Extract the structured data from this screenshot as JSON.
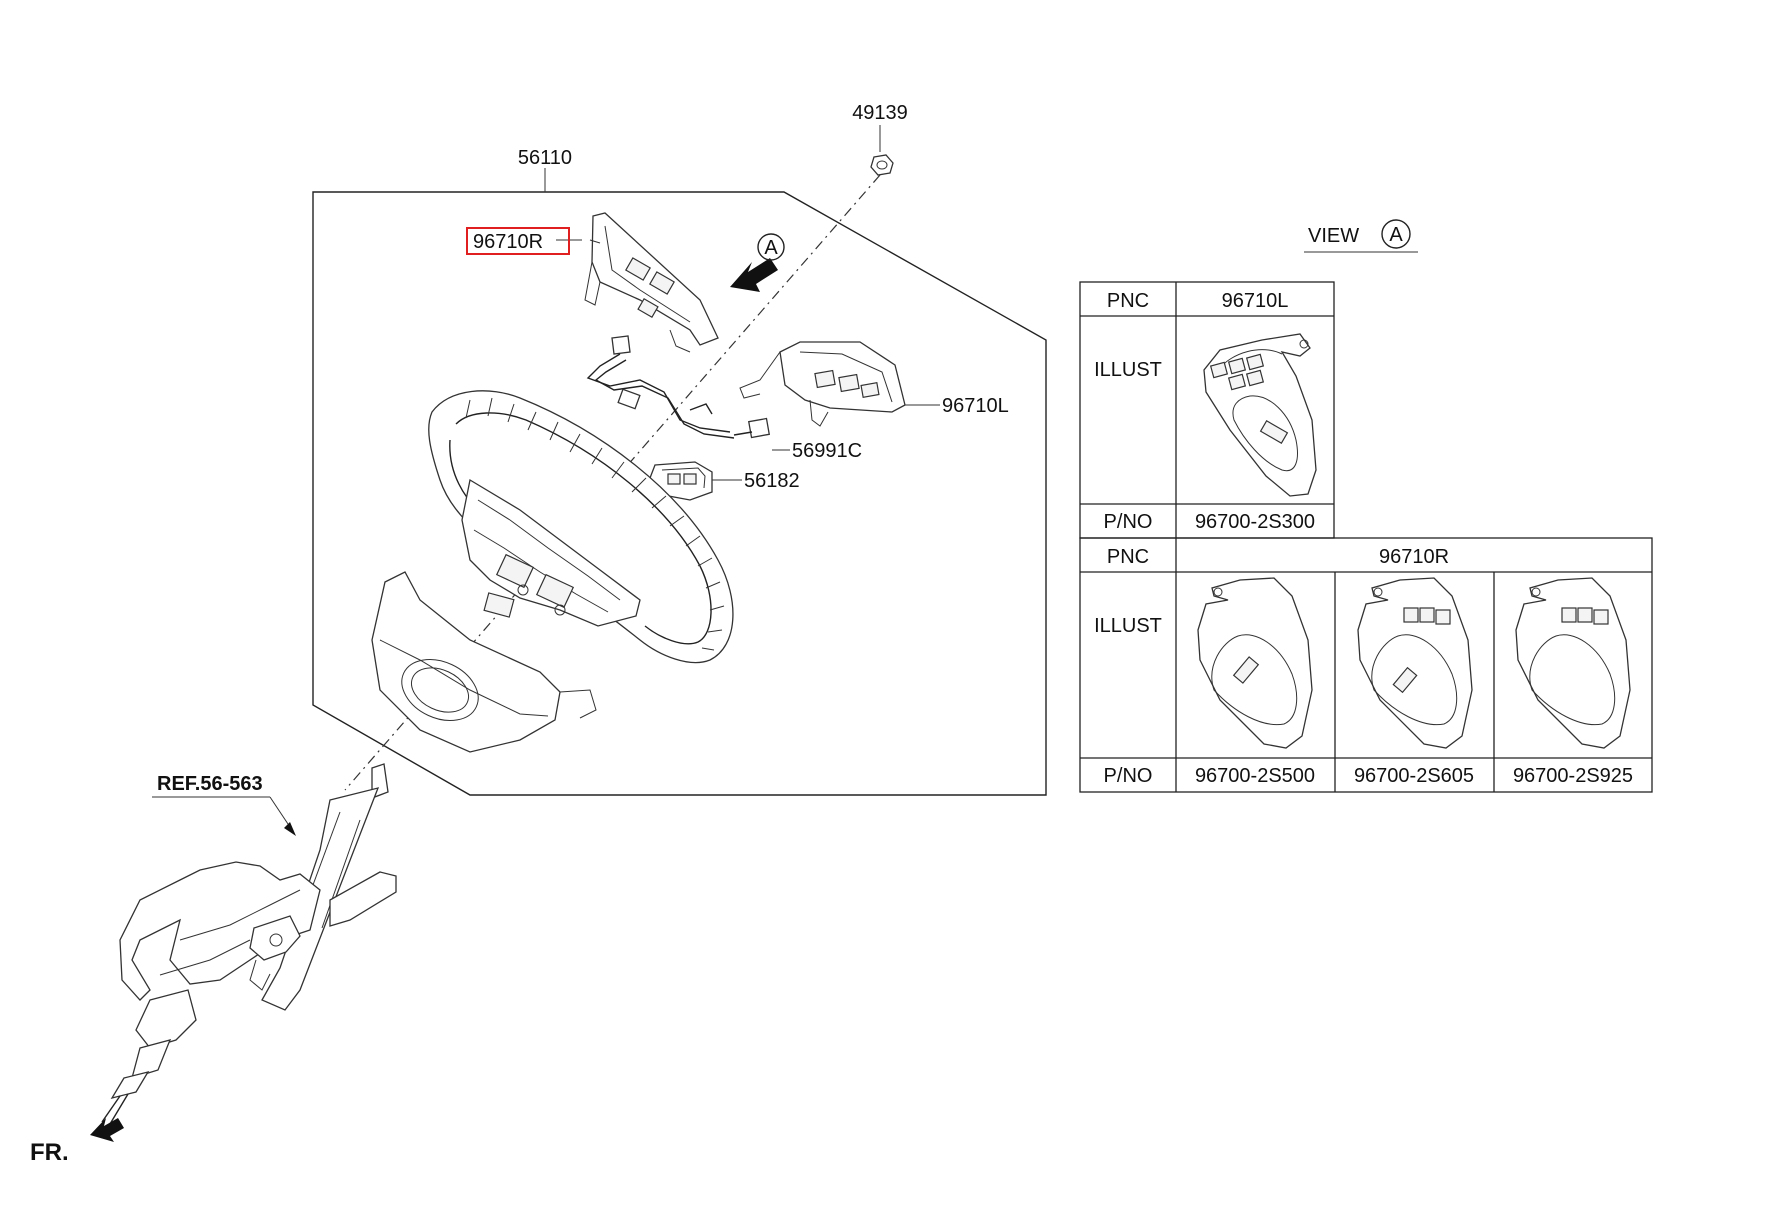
{
  "callouts": {
    "wheel_assembly": "56110",
    "nut": "49139",
    "remote_right": "96710R",
    "remote_left": "96710L",
    "extension_wire": "56991C",
    "connector": "56182",
    "column_ref": "REF.56-563",
    "front": "FR."
  },
  "view_marker": {
    "word": "VIEW",
    "letter": "A"
  },
  "highlight_color": "#e02020",
  "table_left": {
    "pnc_label": "PNC",
    "pnc_value": "96710L",
    "illust_label": "ILLUST",
    "pno_label": "P/NO",
    "pno_values": [
      "96700-2S300"
    ]
  },
  "table_right": {
    "pnc_label": "PNC",
    "pnc_value": "96710R",
    "illust_label": "ILLUST",
    "pno_label": "P/NO",
    "pno_values": [
      "96700-2S500",
      "96700-2S605",
      "96700-2S925"
    ]
  }
}
